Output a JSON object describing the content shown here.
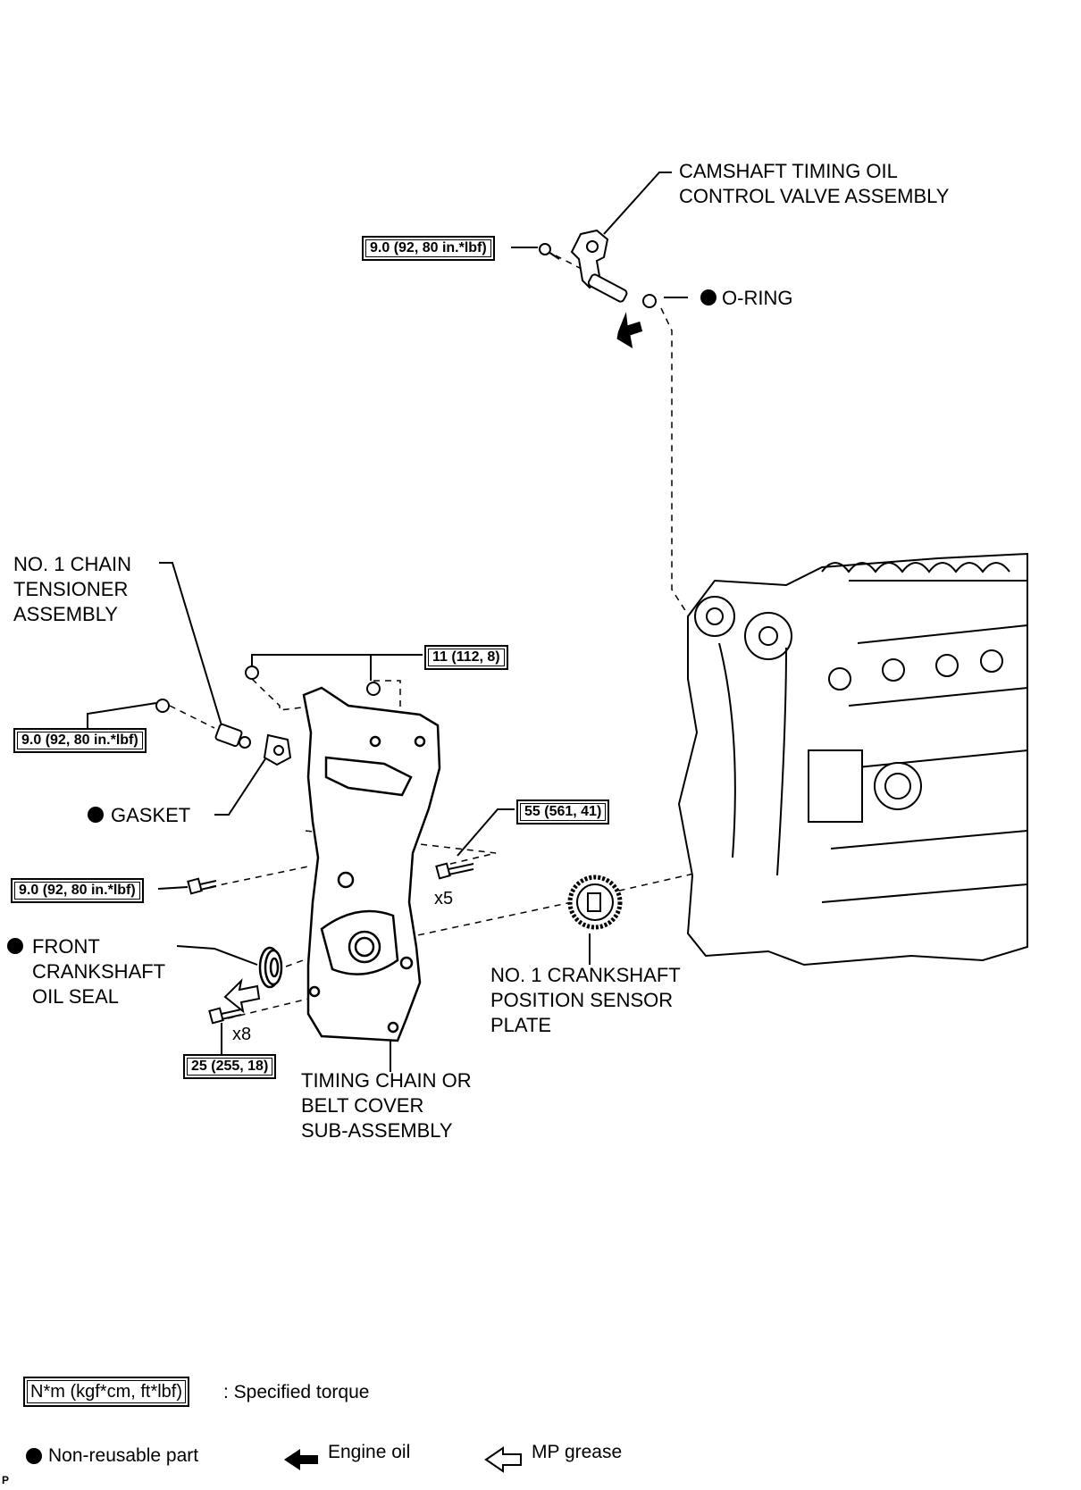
{
  "parts": {
    "camshaft_valve": "CAMSHAFT TIMING OIL\nCONTROL VALVE ASSEMBLY",
    "o_ring": "O-RING",
    "chain_tensioner": "NO. 1 CHAIN\nTENSIONER\nASSEMBLY",
    "gasket": "GASKET",
    "front_seal": "FRONT\nCRANKSHAFT\nOIL SEAL",
    "sensor_plate": "NO. 1 CRANKSHAFT\nPOSITION SENSOR\nPLATE",
    "timing_cover": "TIMING CHAIN OR\nBELT COVER\nSUB-ASSEMBLY"
  },
  "torques": {
    "valve_bolt": "9.0 (92, 80 in.*lbf)",
    "nuts_top": "11 (112, 8)",
    "tensioner_nut": "9.0 (92, 80 in.*lbf)",
    "bolt_55": "55 (561, 41)",
    "cover_bolt": "9.0 (92, 80 in.*lbf)",
    "bolt_25": "25 (255, 18)"
  },
  "quantities": {
    "x5": "x5",
    "x8": "x8"
  },
  "legend": {
    "torque_unit": "N*m (kgf*cm, ft*lbf)",
    "torque_desc": ": Specified torque",
    "non_reusable": "Non-reusable part",
    "engine_oil": "Engine oil",
    "mp_grease": "MP grease"
  },
  "footer_code": "P"
}
